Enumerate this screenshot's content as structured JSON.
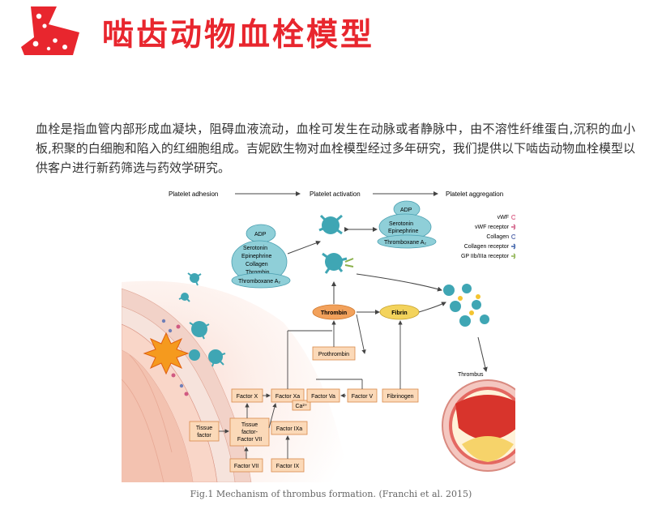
{
  "header": {
    "title": "啮齿动物血栓模型",
    "logo_color": "#e8262e"
  },
  "intro": {
    "text": "血栓是指血管内部形成血凝块，阻碍血液流动，血栓可发生在动脉或者静脉中，由不溶性纤维蛋白,沉积的血小板,积聚的白细胞和陷入的红细胞组成。吉妮欧生物对血栓模型经过多年研究，我们提供以下啮齿动物血栓模型以供客户进行新药筛选与药效学研究。"
  },
  "figure": {
    "stages": [
      "Platelet adhesion",
      "Platelet activation",
      "Platelet aggregation"
    ],
    "legend": [
      {
        "label": "vWF",
        "color": "#e07a9a"
      },
      {
        "label": "vWF receptor",
        "color": "#d05a82"
      },
      {
        "label": "Collagen",
        "color": "#6f7fb8"
      },
      {
        "label": "Collagen receptor",
        "color": "#3a5fa8"
      },
      {
        "label": "GP IIb/IIIa receptor",
        "color": "#8ab04a"
      }
    ],
    "agonists_left": {
      "top": "ADP",
      "middle": [
        "Serotonin",
        "Epinephrine",
        "Collagen",
        "Thrombin"
      ],
      "bottom": "Thromboxane A₂"
    },
    "agonists_right": {
      "top": "ADP",
      "middle": [
        "Serotonin",
        "Epinephrine"
      ],
      "bottom": "Thromboxane A₂"
    },
    "thrombin": "Thrombin",
    "fibrin": "Fibrin",
    "prothrombin": "Prothrombin",
    "factors": {
      "x": "Factor X",
      "xa": "Factor Xa",
      "ca": "Ca²⁺",
      "va": "Factor Va",
      "v": "Factor V",
      "fibrinogen": "Fibrinogen",
      "tissue_factor": "Tissue factor",
      "tf_vii_lines": [
        "Tissue",
        "factor-",
        "Factor VII"
      ],
      "ixa": "Factor IXa",
      "vii": "Factor VII",
      "ix": "Factor IX"
    },
    "thrombus_label": "Thrombus"
  },
  "caption": "Fig.1 Mechanism of thrombus formation. (Franchi et al. 2015)"
}
